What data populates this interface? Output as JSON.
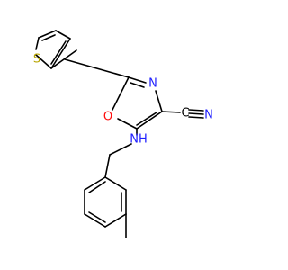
{
  "structure": {
    "atoms": {
      "sulfur": "S",
      "ring_nitrogen": "N",
      "ring_oxygen": "O",
      "nitrile_carbon": "C",
      "nitrile_nitrogen": "N",
      "amine": "NH"
    },
    "colors": {
      "bond": "#000000",
      "sulfur": "#b8a500",
      "nitrogen": "#1f1fff",
      "oxygen": "#ff0d0d",
      "carbon": "#000000"
    }
  }
}
